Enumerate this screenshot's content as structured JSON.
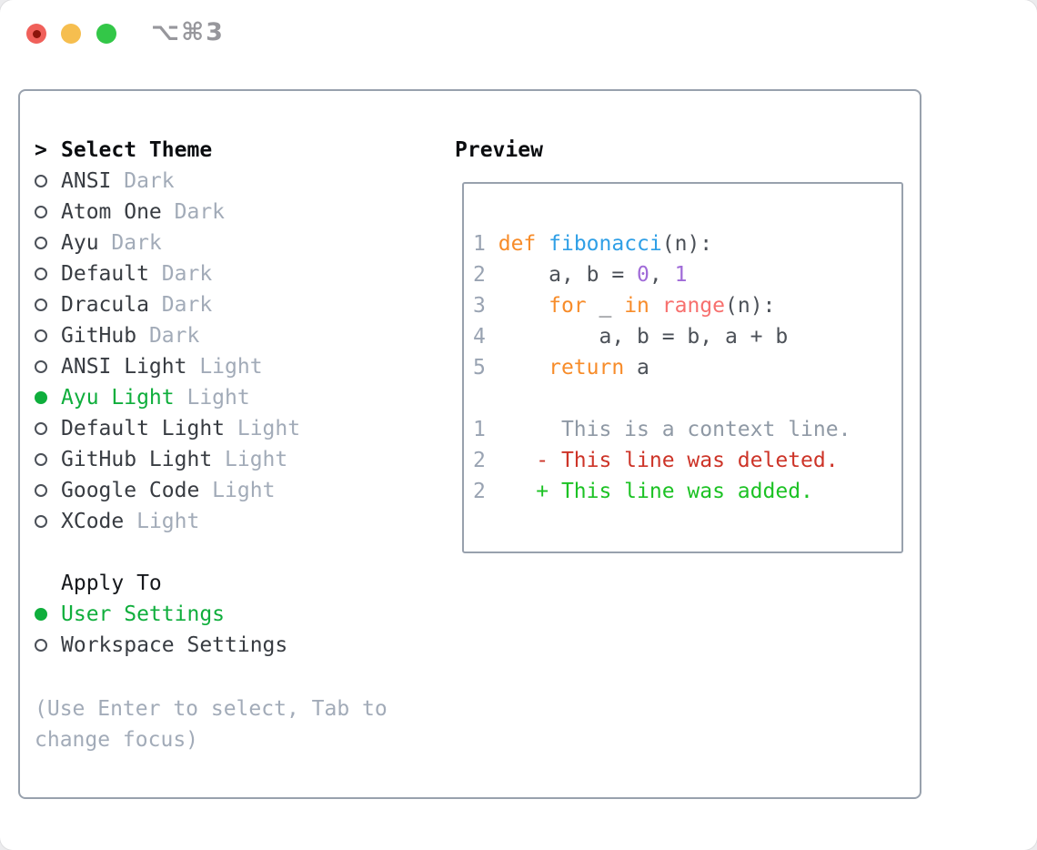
{
  "window": {
    "title": "⌥⌘3"
  },
  "titlebar": {
    "traffic_lights": [
      "close",
      "minimize",
      "zoom"
    ]
  },
  "theme_picker": {
    "header_prefix": ">",
    "header": "Select Theme",
    "items": [
      {
        "name": "ANSI",
        "variant": "Dark",
        "selected": false
      },
      {
        "name": "Atom One",
        "variant": "Dark",
        "selected": false
      },
      {
        "name": "Ayu",
        "variant": "Dark",
        "selected": false
      },
      {
        "name": "Default",
        "variant": "Dark",
        "selected": false
      },
      {
        "name": "Dracula",
        "variant": "Dark",
        "selected": false
      },
      {
        "name": "GitHub",
        "variant": "Dark",
        "selected": false
      },
      {
        "name": "ANSI Light",
        "variant": "Light",
        "selected": false
      },
      {
        "name": "Ayu Light",
        "variant": "Light",
        "selected": true
      },
      {
        "name": "Default Light",
        "variant": "Light",
        "selected": false
      },
      {
        "name": "GitHub Light",
        "variant": "Light",
        "selected": false
      },
      {
        "name": "Google Code",
        "variant": "Light",
        "selected": false
      },
      {
        "name": "XCode",
        "variant": "Light",
        "selected": false
      }
    ],
    "apply_to": {
      "header": "Apply To",
      "options": [
        {
          "name": "User Settings",
          "selected": true
        },
        {
          "name": "Workspace Settings",
          "selected": false
        }
      ]
    },
    "hint": "(Use Enter to select, Tab to change focus)"
  },
  "preview": {
    "header": "Preview",
    "lines": [
      {
        "num": "1",
        "segments": [
          [
            "plain",
            " "
          ],
          [
            "kw",
            "def"
          ],
          [
            "plain",
            " "
          ],
          [
            "fn",
            "fibonacci"
          ],
          [
            "plain",
            "(n):"
          ]
        ]
      },
      {
        "num": "2",
        "segments": [
          [
            "plain",
            "     a, b = "
          ],
          [
            "num",
            "0"
          ],
          [
            "plain",
            ", "
          ],
          [
            "num",
            "1"
          ]
        ]
      },
      {
        "num": "3",
        "segments": [
          [
            "plain",
            "     "
          ],
          [
            "kw",
            "for"
          ],
          [
            "plain",
            " _ "
          ],
          [
            "kw",
            "in"
          ],
          [
            "plain",
            " "
          ],
          [
            "call",
            "range"
          ],
          [
            "plain",
            "(n):"
          ]
        ]
      },
      {
        "num": "4",
        "segments": [
          [
            "plain",
            "         a, b = b, a + b"
          ]
        ]
      },
      {
        "num": "5",
        "segments": [
          [
            "plain",
            "     "
          ],
          [
            "kw",
            "return"
          ],
          [
            "plain",
            " a"
          ]
        ]
      },
      {
        "num": "",
        "segments": []
      },
      {
        "num": "1",
        "segments": [
          [
            "ctx",
            "      This is a context line."
          ]
        ]
      },
      {
        "num": "2",
        "segments": [
          [
            "del",
            "    - This line was deleted."
          ]
        ]
      },
      {
        "num": "2",
        "segments": [
          [
            "add",
            "    + This line was added."
          ]
        ]
      }
    ]
  },
  "colors": {
    "accent_green": "#0fae3c",
    "traffic_red": "#f0605a",
    "traffic_red_dot": "#8c150b",
    "traffic_yellow": "#f6be4f",
    "traffic_green": "#33c748",
    "title_gray": "#97979c",
    "panel_border": "#98a1ad",
    "radio_ring": "#4b5058",
    "text_dark": "#383c42",
    "muted": "#a2abb8",
    "line_number": "#99a3b2",
    "code_plain": "#4c5158",
    "kw_orange": "#f78c2a",
    "fn_blue": "#2f9fe6",
    "num_purple": "#a06bd8",
    "call_coral": "#f7706e",
    "diff_context": "#8f99a5",
    "diff_del": "#cd3428",
    "diff_add": "#1cc224"
  }
}
